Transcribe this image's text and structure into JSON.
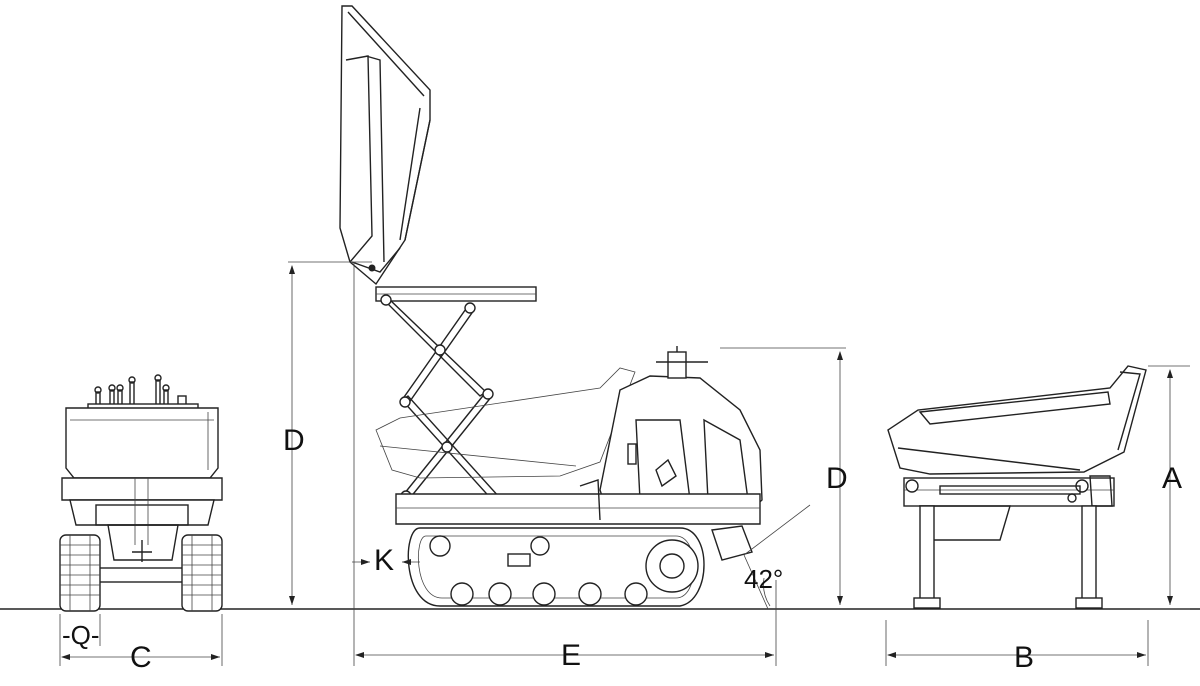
{
  "dimension_labels": {
    "A": "A",
    "B": "B",
    "C": "C",
    "D_left": "D",
    "D_right": "D",
    "E": "E",
    "K": "K",
    "Q": "-Q-",
    "angle": "42°"
  },
  "icons": [
    "tracked-dumper-front-view",
    "tracked-dumper-side-view-raised",
    "tracked-dumper-side-view-lowered",
    "dimension-arrow"
  ]
}
